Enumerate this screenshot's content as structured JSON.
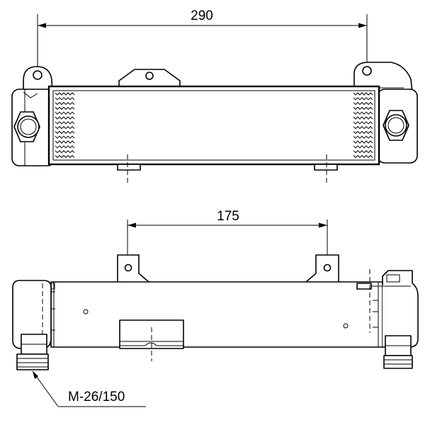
{
  "dimensions": {
    "top_width": "290",
    "bottom_spacing": "175"
  },
  "callout": {
    "thread_spec": "M-26/150"
  }
}
